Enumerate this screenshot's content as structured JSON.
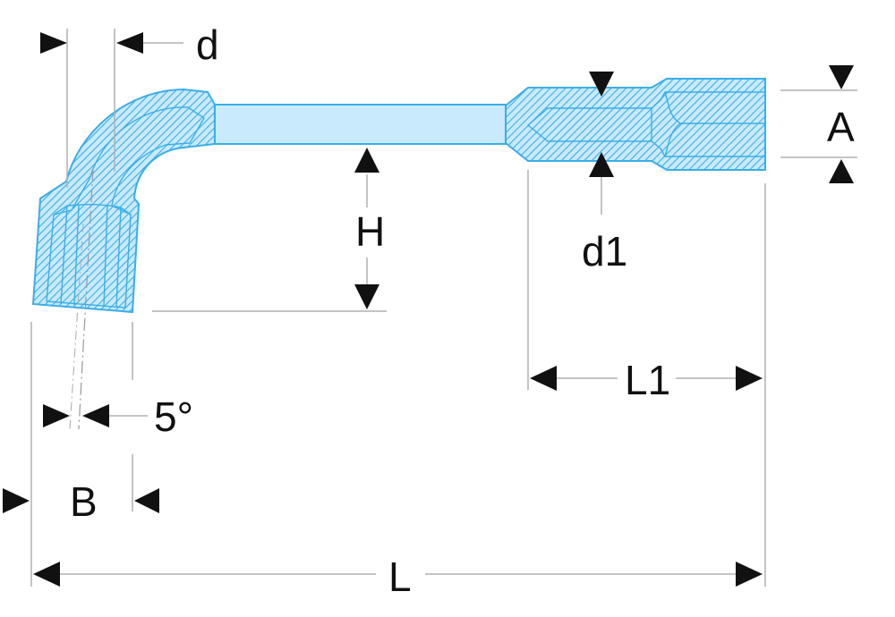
{
  "title": "Angled socket wrench dimension drawing",
  "colors": {
    "body_fill": "#c9eafc",
    "outline": "#3aaee6",
    "arrow": "#111111",
    "dimension_line": "#b0b0b0"
  },
  "labels": {
    "d": "d",
    "H": "H",
    "d1": "d1",
    "A": "A",
    "L1": "L1",
    "angle": "5°",
    "B": "B",
    "L": "L"
  }
}
